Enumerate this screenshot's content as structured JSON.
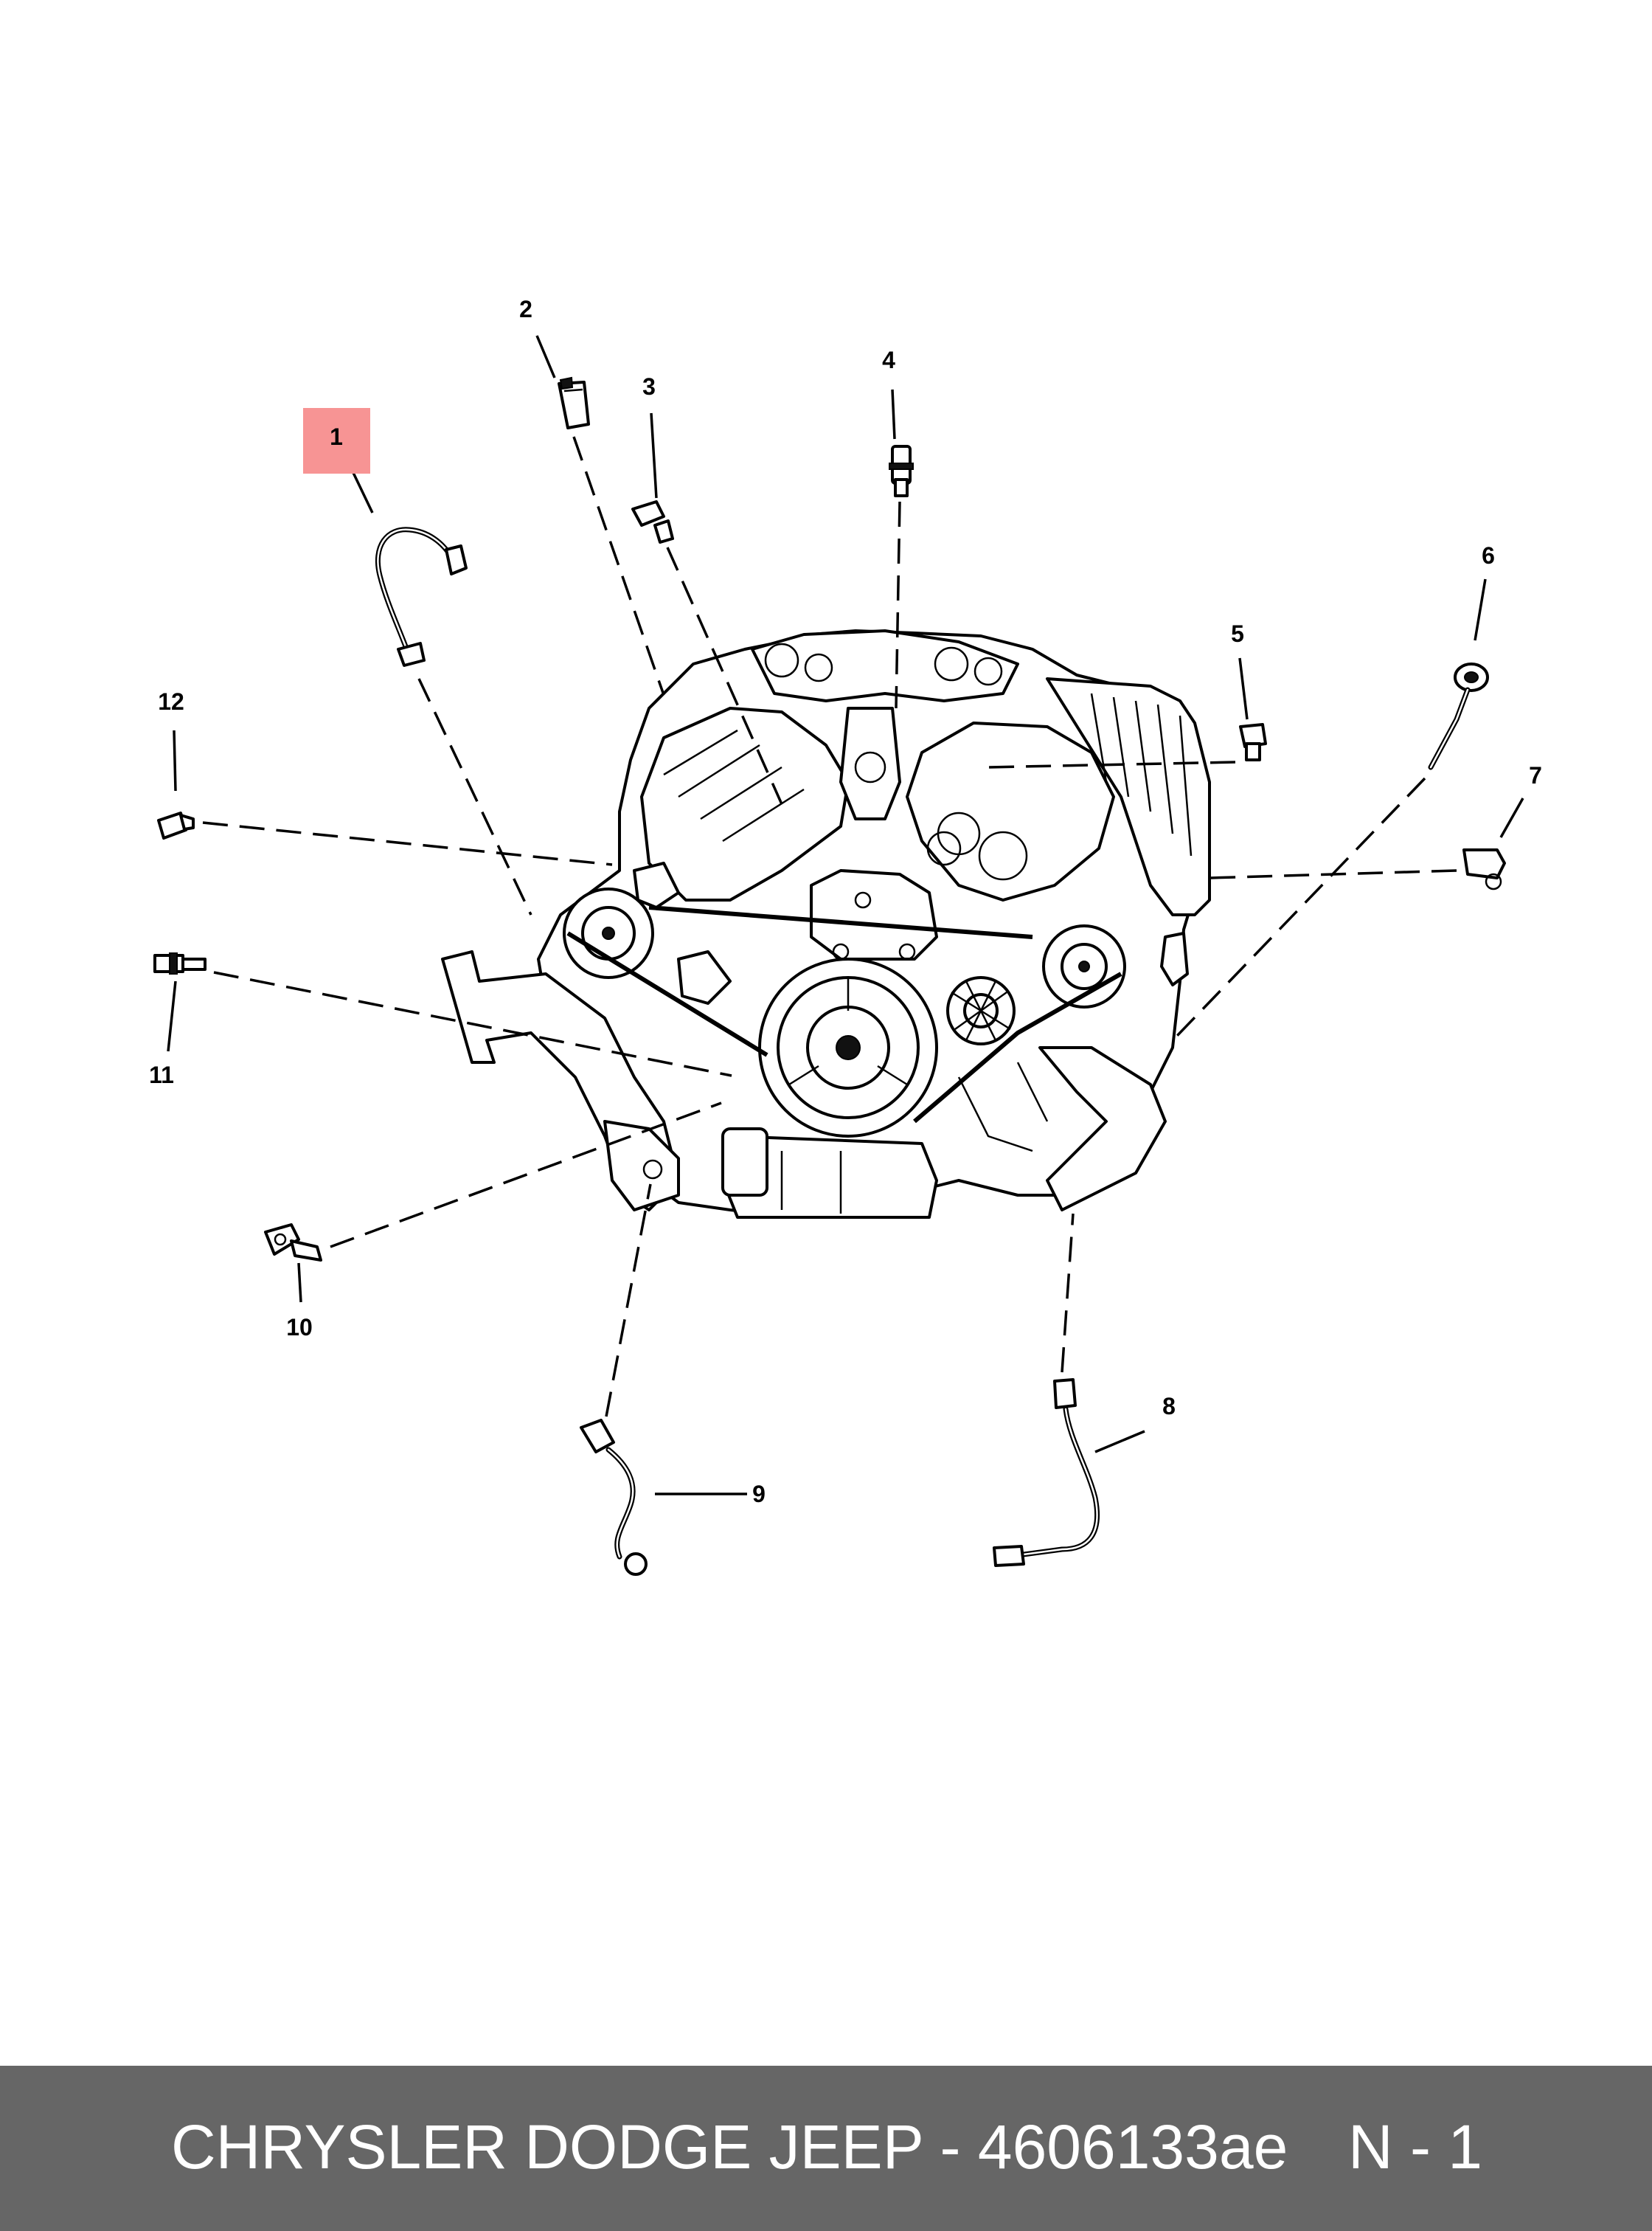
{
  "callouts": [
    "1",
    "2",
    "3",
    "4",
    "5",
    "6",
    "7",
    "8",
    "9",
    "10",
    "11",
    "12"
  ],
  "highlight_color": "#f79494",
  "footer": {
    "title": "CHRYSLER DODGE JEEP - 4606133ae",
    "page": "N - 1",
    "background": "#666666"
  }
}
